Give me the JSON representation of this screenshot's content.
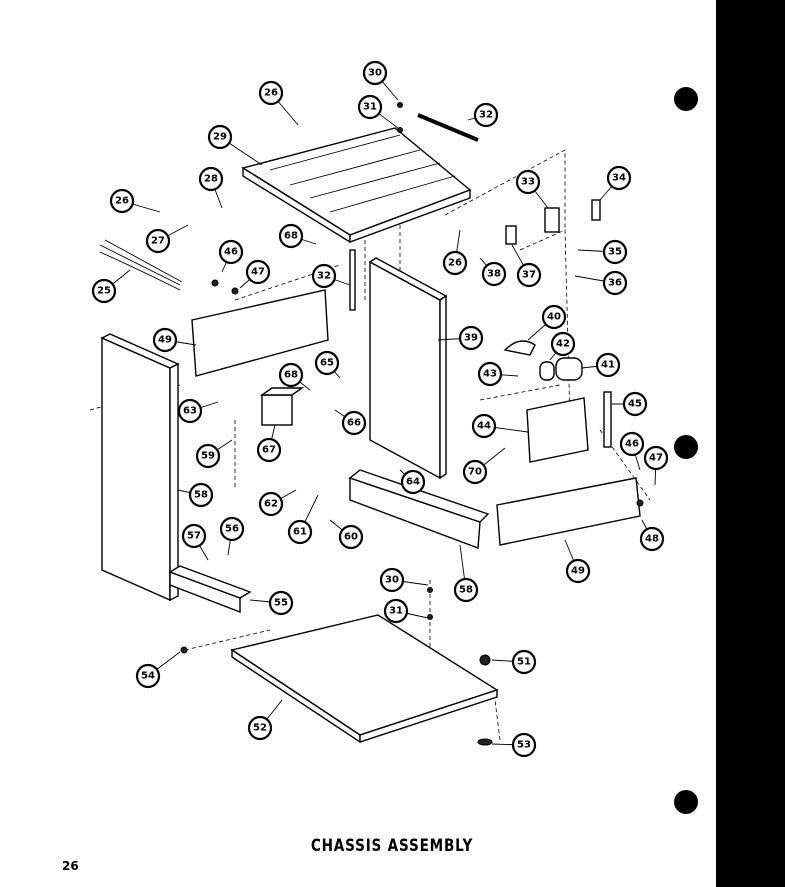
{
  "page": {
    "title": "CHASSIS  ASSEMBLY",
    "page_number": "26"
  },
  "callouts": [
    {
      "id": "c25",
      "label": "25"
    },
    {
      "id": "c26a",
      "label": "26"
    },
    {
      "id": "c26b",
      "label": "26"
    },
    {
      "id": "c26c",
      "label": "26"
    },
    {
      "id": "c27",
      "label": "27"
    },
    {
      "id": "c28",
      "label": "28"
    },
    {
      "id": "c29",
      "label": "29"
    },
    {
      "id": "c30a",
      "label": "30"
    },
    {
      "id": "c30b",
      "label": "30"
    },
    {
      "id": "c31a",
      "label": "31"
    },
    {
      "id": "c31b",
      "label": "31"
    },
    {
      "id": "c32a",
      "label": "32"
    },
    {
      "id": "c32b",
      "label": "32"
    },
    {
      "id": "c33",
      "label": "33"
    },
    {
      "id": "c34",
      "label": "34"
    },
    {
      "id": "c35",
      "label": "35"
    },
    {
      "id": "c36",
      "label": "36"
    },
    {
      "id": "c37",
      "label": "37"
    },
    {
      "id": "c38",
      "label": "38"
    },
    {
      "id": "c39",
      "label": "39"
    },
    {
      "id": "c40",
      "label": "40"
    },
    {
      "id": "c41",
      "label": "41"
    },
    {
      "id": "c42",
      "label": "42"
    },
    {
      "id": "c43",
      "label": "43"
    },
    {
      "id": "c44",
      "label": "44"
    },
    {
      "id": "c45",
      "label": "45"
    },
    {
      "id": "c46a",
      "label": "46"
    },
    {
      "id": "c46b",
      "label": "46"
    },
    {
      "id": "c47a",
      "label": "47"
    },
    {
      "id": "c47b",
      "label": "47"
    },
    {
      "id": "c48",
      "label": "48"
    },
    {
      "id": "c49a",
      "label": "49"
    },
    {
      "id": "c49b",
      "label": "49"
    },
    {
      "id": "c51",
      "label": "51"
    },
    {
      "id": "c52",
      "label": "52"
    },
    {
      "id": "c53",
      "label": "53"
    },
    {
      "id": "c54",
      "label": "54"
    },
    {
      "id": "c55",
      "label": "55"
    },
    {
      "id": "c56",
      "label": "56"
    },
    {
      "id": "c57",
      "label": "57"
    },
    {
      "id": "c58a",
      "label": "58"
    },
    {
      "id": "c58b",
      "label": "58"
    },
    {
      "id": "c59",
      "label": "59"
    },
    {
      "id": "c60",
      "label": "60"
    },
    {
      "id": "c61",
      "label": "61"
    },
    {
      "id": "c62",
      "label": "62"
    },
    {
      "id": "c63",
      "label": "63"
    },
    {
      "id": "c64",
      "label": "64"
    },
    {
      "id": "c65",
      "label": "65"
    },
    {
      "id": "c66",
      "label": "66"
    },
    {
      "id": "c67",
      "label": "67"
    },
    {
      "id": "c68a",
      "label": "68"
    },
    {
      "id": "c68b",
      "label": "68"
    },
    {
      "id": "c70",
      "label": "70"
    }
  ]
}
